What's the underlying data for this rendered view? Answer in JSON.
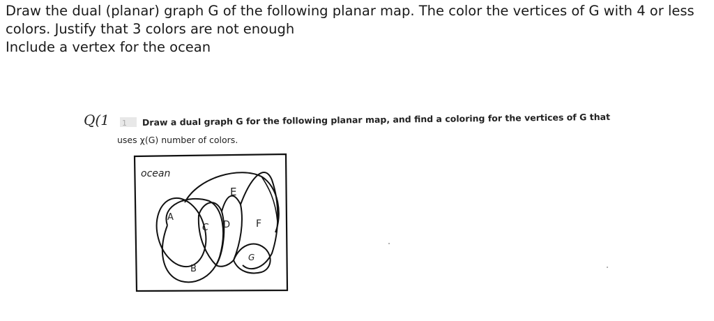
{
  "question": {
    "line1": "Draw the dual (planar) graph G of the following planar map. The color the vertices of G with 4 or less",
    "line2": "colors. Justify that 3 colors are not enough",
    "line3": "Include a vertex for the ocean"
  },
  "scanned_problem": {
    "question_number": "Q(1",
    "line1": "Draw a dual graph G for the following planar map, and find a coloring for the vertices of G that",
    "line2": "uses χ(G) number of colors."
  },
  "map": {
    "region_labels": {
      "ocean": "ocean",
      "A": "A",
      "B": "B",
      "C": "C",
      "D": "D",
      "E": "E",
      "F": "F",
      "G": "G"
    }
  }
}
